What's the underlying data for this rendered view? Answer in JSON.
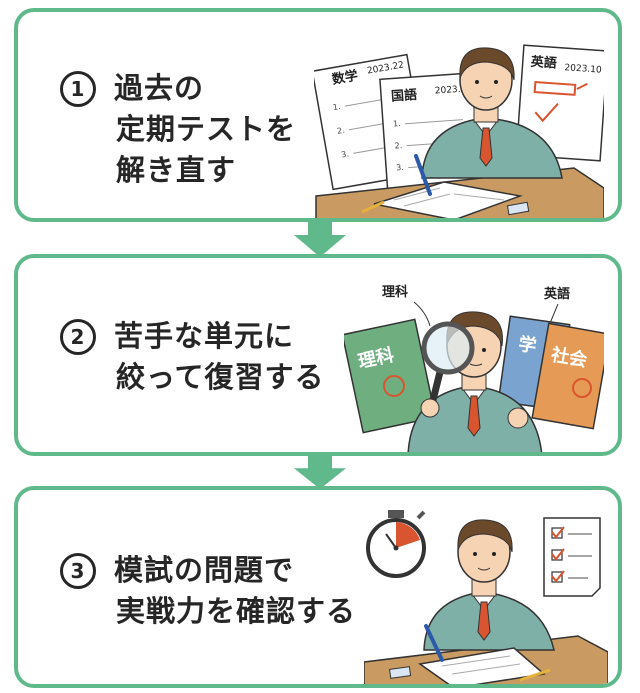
{
  "steps": [
    {
      "number": "1",
      "lines": [
        "過去の",
        "定期テストを",
        "解き直す"
      ],
      "paper_labels": [
        {
          "subject": "数学",
          "date": "2023.22"
        },
        {
          "subject": "国語",
          "date": "2023.6"
        },
        {
          "subject": "英語",
          "date": "2023.10"
        }
      ],
      "list_marks": [
        "1.",
        "2.",
        "3.",
        "1.",
        "2.",
        "3."
      ]
    },
    {
      "number": "2",
      "lines": [
        "苦手な単元に",
        "絞って復習する"
      ],
      "labels": {
        "science_tag": "理科",
        "english_tag": "英語",
        "science_book": "理科",
        "social_book": "社会",
        "math_book_fragment": "学"
      }
    },
    {
      "number": "3",
      "lines": [
        "模試の問題で",
        "実戦力を確認する"
      ]
    }
  ],
  "colors": {
    "accent": "#5fb98a",
    "text": "#262626",
    "arrow": "#5fb98a",
    "sweater": "#7fb0a8",
    "hair": "#6b4a2b",
    "tie": "#d9552f",
    "desk": "#c99a62",
    "science_book": "#6fae7f",
    "social_book": "#e59a55",
    "math_book": "#7aa4cf"
  },
  "icons": [
    "circled-number-icon",
    "down-arrow-icon",
    "magnifier-icon",
    "stopwatch-icon",
    "checklist-icon",
    "pencil-icon",
    "eraser-icon"
  ]
}
